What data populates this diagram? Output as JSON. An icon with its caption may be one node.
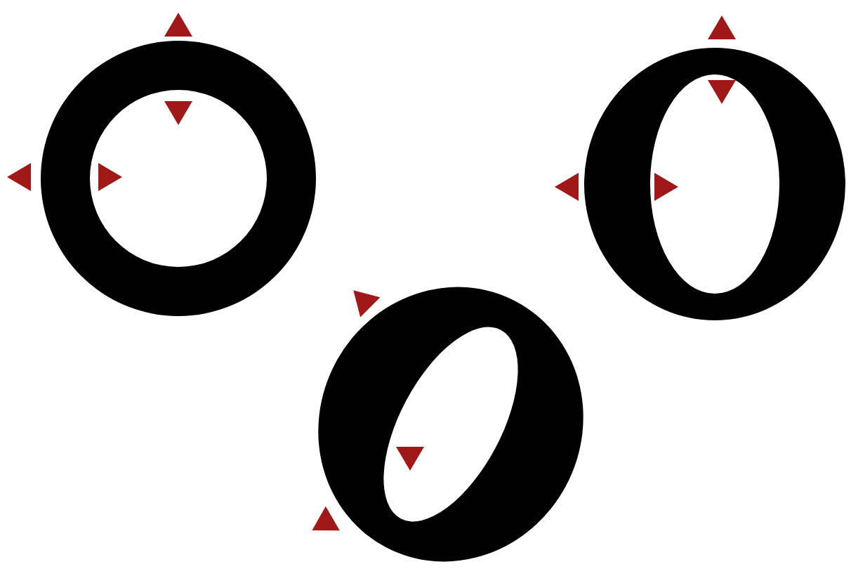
{
  "diagram": {
    "nodes": [
      {
        "text": [],
        "shape": "ring"
      },
      {
        "text": [],
        "shape": "ring"
      },
      {
        "text": [],
        "shape": "ring"
      }
    ]
  }
}
